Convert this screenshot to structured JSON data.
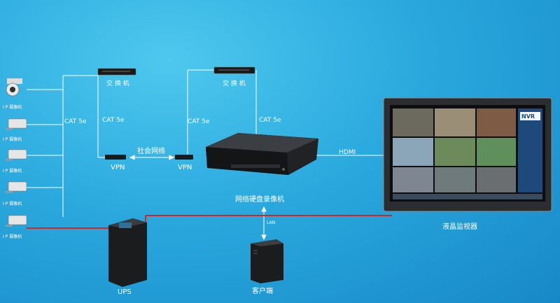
{
  "cameras": [
    {
      "label": "I P 摄像机",
      "kind": "dome"
    },
    {
      "label": "I P 摄像机",
      "kind": "bullet"
    },
    {
      "label": "I P 摄像机",
      "kind": "bullet"
    },
    {
      "label": "I P 摄像机",
      "kind": "bullet"
    },
    {
      "label": "I P 摄像机",
      "kind": "bullet"
    }
  ],
  "switch_left": {
    "label": "交 换 机"
  },
  "switch_right": {
    "label": "交 换 机"
  },
  "cables": {
    "cat_left_cams": "CAT 5e",
    "cat_left_switch": "CAT 5e",
    "cat_right_switch": "CAT 5e",
    "cat_right_nvr": "CAT 5e",
    "hdmi": "HDMI",
    "lan": "LAN"
  },
  "vpn_left": "VPN",
  "vpn_right": "VPN",
  "internet": "社会网络",
  "nvr": {
    "label": "网络硬盘录像机"
  },
  "monitor": {
    "label": "液晶监视器",
    "panel_badge": "NVR"
  },
  "ups": {
    "label": "UPS"
  },
  "client": {
    "label": "客户端"
  },
  "colors": {
    "power_line": "#e0201a",
    "data_line": "#ffffff",
    "background": "#2aa9de"
  }
}
